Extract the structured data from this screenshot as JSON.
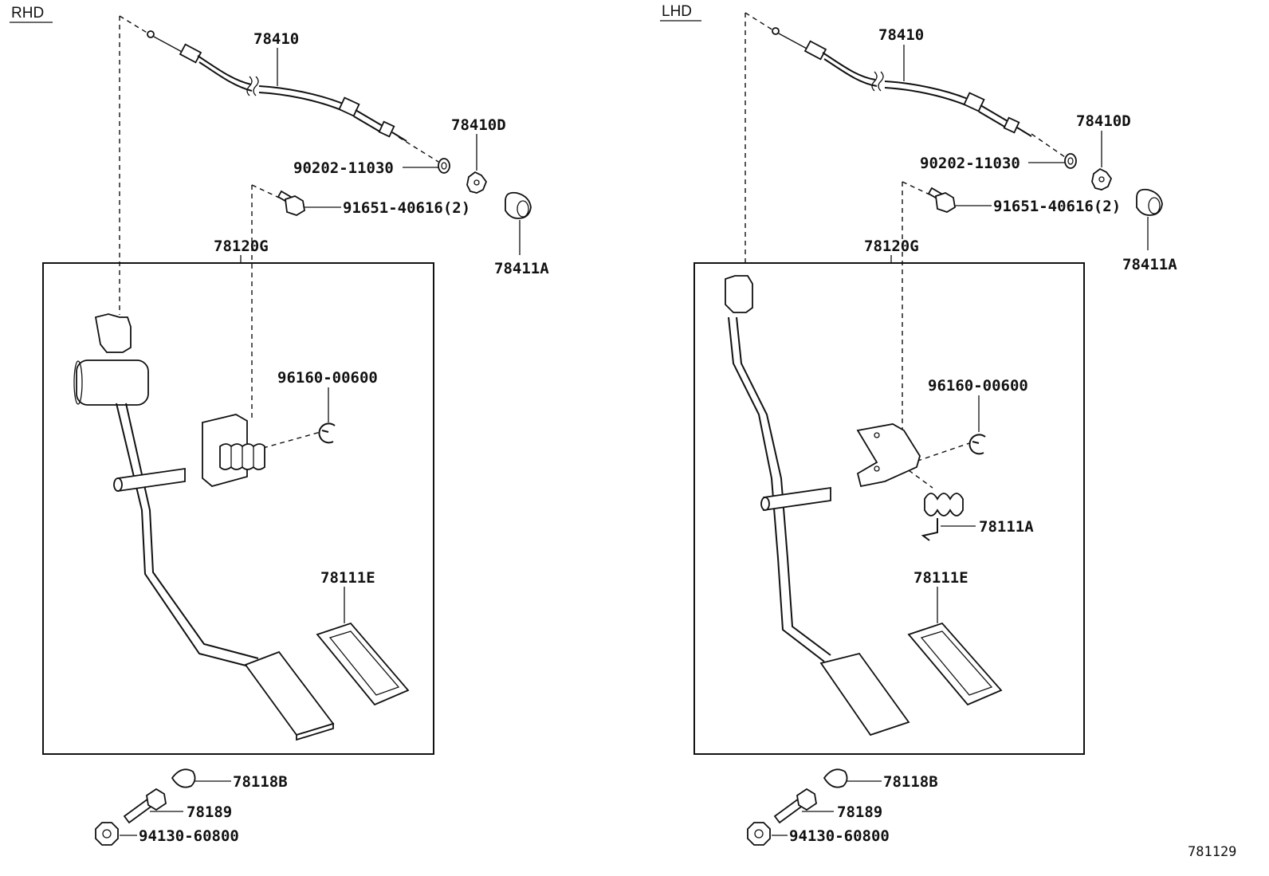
{
  "rhd": {
    "title": "RHD",
    "labels": {
      "cable": "78410",
      "clip": "78410D",
      "washer": "90202-11030",
      "bolt": "91651-40616(2)",
      "grommet": "78411A",
      "assembly": "78120G",
      "ring": "96160-00600",
      "pad": "78111E",
      "cushion": "78118B",
      "bolt2": "78189",
      "nut": "94130-60800"
    }
  },
  "lhd": {
    "title": "LHD",
    "labels": {
      "cable": "78410",
      "clip": "78410D",
      "washer": "90202-11030",
      "bolt": "91651-40616(2)",
      "grommet": "78411A",
      "assembly": "78120G",
      "ring": "96160-00600",
      "spring": "78111A",
      "pad": "78111E",
      "cushion": "78118B",
      "bolt2": "78189",
      "nut": "94130-60800"
    }
  },
  "diagram_ref": "781129"
}
